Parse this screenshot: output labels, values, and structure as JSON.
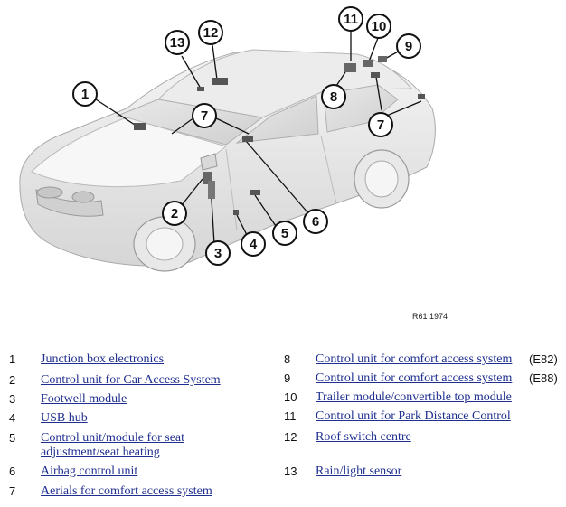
{
  "figure": {
    "reference": "R61 1974",
    "callouts": [
      "1",
      "2",
      "3",
      "4",
      "5",
      "6",
      "7",
      "7",
      "8",
      "9",
      "10",
      "11",
      "12",
      "13"
    ]
  },
  "legend": {
    "left": [
      {
        "num": "1",
        "label": "Junction box electronics"
      },
      {
        "num": "2",
        "label": "Control unit for Car Access System"
      },
      {
        "num": "3",
        "label": "Footwell module"
      },
      {
        "num": "4",
        "label": "USB hub"
      },
      {
        "num": "5",
        "label": "Control unit/module for seat",
        "label2": "adjustment/seat heating"
      },
      {
        "num": "6",
        "label": "Airbag control unit"
      },
      {
        "num": "7",
        "label": "Aerials for comfort access system"
      }
    ],
    "right": [
      {
        "num": "8",
        "label": "Control unit for comfort access system",
        "suffix": "(E82)"
      },
      {
        "num": "9",
        "label": "Control unit for comfort access system",
        "suffix": "(E88)"
      },
      {
        "num": "10",
        "label": "Trailer module/convertible top module"
      },
      {
        "num": "11",
        "label": "Control unit for Park Distance Control"
      },
      {
        "num": "12",
        "label": "Roof switch centre"
      },
      {
        "num": "13",
        "label": "Rain/light sensor"
      }
    ]
  }
}
